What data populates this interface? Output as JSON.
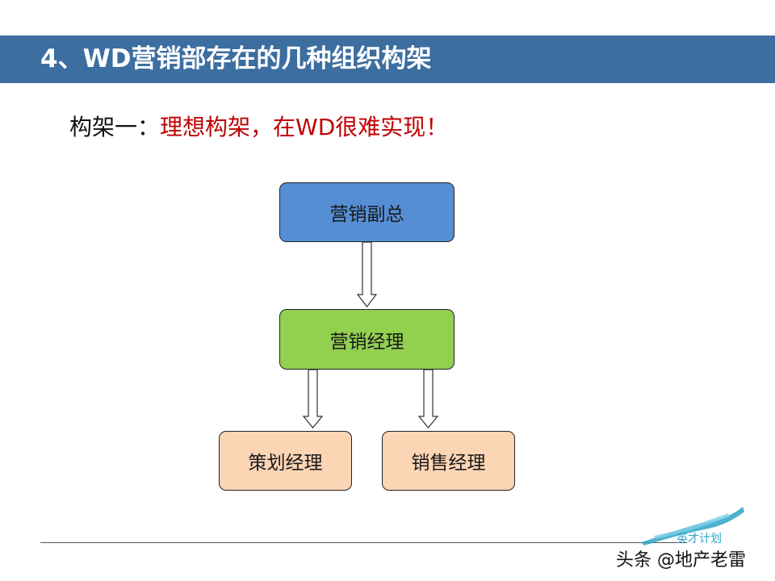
{
  "header": {
    "title": "4、WD营销部存在的几种组织构架"
  },
  "subtitle": {
    "lead": "构架一：",
    "emphasis": "理想构架，在WD很难实现！"
  },
  "org_chart": {
    "nodes": [
      {
        "id": "vp",
        "label": "营销副总",
        "fill": "#558ed5"
      },
      {
        "id": "manager",
        "label": "营销经理",
        "fill": "#92d050"
      },
      {
        "id": "planning",
        "label": "策划经理",
        "fill": "#fcd5b5"
      },
      {
        "id": "sales",
        "label": "销售经理",
        "fill": "#fcd5b5"
      }
    ],
    "edges": [
      {
        "from": "vp",
        "to": "manager"
      },
      {
        "from": "manager",
        "to": "planning"
      },
      {
        "from": "manager",
        "to": "sales"
      }
    ]
  },
  "logo": {
    "text": "英才计划",
    "color": "#2fa4c8"
  },
  "watermark": {
    "text": "头条 @地产老雷"
  },
  "colors": {
    "title_bar": "#3c6ea0",
    "emphasis": "#c00000"
  }
}
